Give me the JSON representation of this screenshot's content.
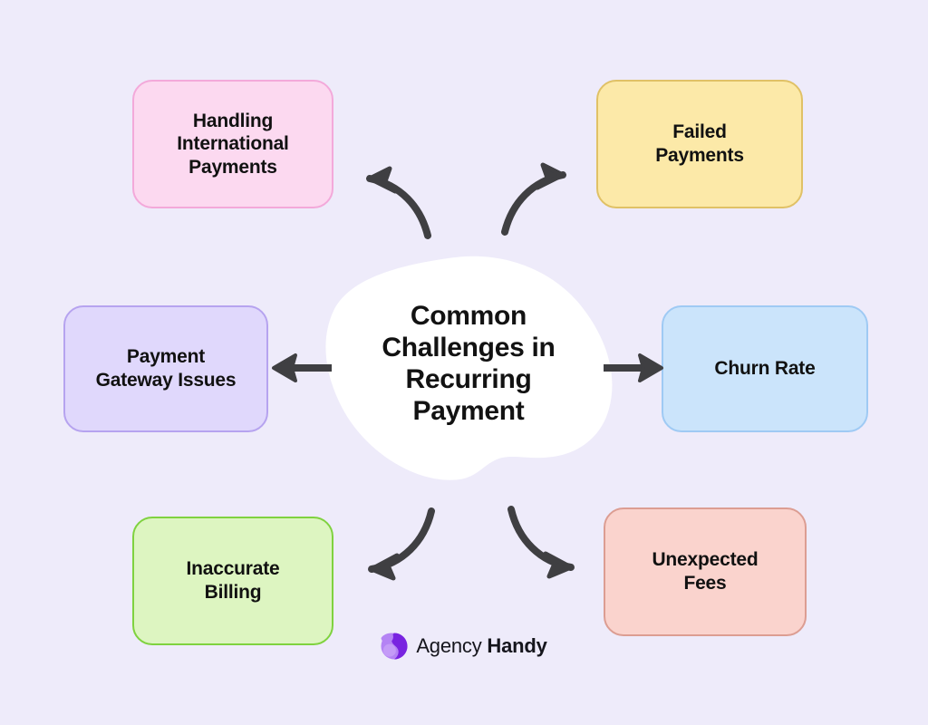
{
  "theme": {
    "background_color": "#EEEBFA",
    "arrow_color": "#3F3F42",
    "center_fill": "#FFFFFF",
    "text_color": "#111111"
  },
  "center": {
    "title": "Common\nChallenges in\nRecurring\nPayment",
    "shape": "organic-blob"
  },
  "nodes": [
    {
      "id": "handling-international-payments",
      "label": "Handling\nInternational\nPayments",
      "position": "top-left",
      "fill_color": "#FCD9F0",
      "border_color": "#F3A9DA"
    },
    {
      "id": "failed-payments",
      "label": "Failed\nPayments",
      "position": "top-right",
      "fill_color": "#FCE9A8",
      "border_color": "#E0C166"
    },
    {
      "id": "payment-gateway-issues",
      "label": "Payment\nGateway Issues",
      "position": "middle-left",
      "fill_color": "#E0D8FC",
      "border_color": "#B6A3EF"
    },
    {
      "id": "churn-rate",
      "label": "Churn Rate",
      "position": "middle-right",
      "fill_color": "#CBE4FB",
      "border_color": "#9FCAF4"
    },
    {
      "id": "inaccurate-billing",
      "label": "Inaccurate\nBilling",
      "position": "bottom-left",
      "fill_color": "#DDF5C1",
      "border_color": "#7FD23F"
    },
    {
      "id": "unexpected-fees",
      "label": "Unexpected\nFees",
      "position": "bottom-right",
      "fill_color": "#FAD3CD",
      "border_color": "#DC9D92"
    }
  ],
  "arrows": [
    {
      "id": "to-handling-international-payments",
      "style": "curved",
      "direction": "up-left",
      "from": "center",
      "to": "handling-international-payments"
    },
    {
      "id": "to-failed-payments",
      "style": "curved",
      "direction": "up-right",
      "from": "center",
      "to": "failed-payments"
    },
    {
      "id": "to-payment-gateway-issues",
      "style": "straight",
      "direction": "left",
      "from": "center",
      "to": "payment-gateway-issues"
    },
    {
      "id": "to-churn-rate",
      "style": "straight",
      "direction": "right",
      "from": "center",
      "to": "churn-rate"
    },
    {
      "id": "to-inaccurate-billing",
      "style": "curved",
      "direction": "down-left",
      "from": "center",
      "to": "inaccurate-billing"
    },
    {
      "id": "to-unexpected-fees",
      "style": "curved",
      "direction": "down-right",
      "from": "center",
      "to": "unexpected-fees"
    }
  ],
  "brand": {
    "name_light": "Agency",
    "name_bold": "Handy",
    "logo_color_light": "#B483F4",
    "logo_color_dark": "#7823E0"
  }
}
